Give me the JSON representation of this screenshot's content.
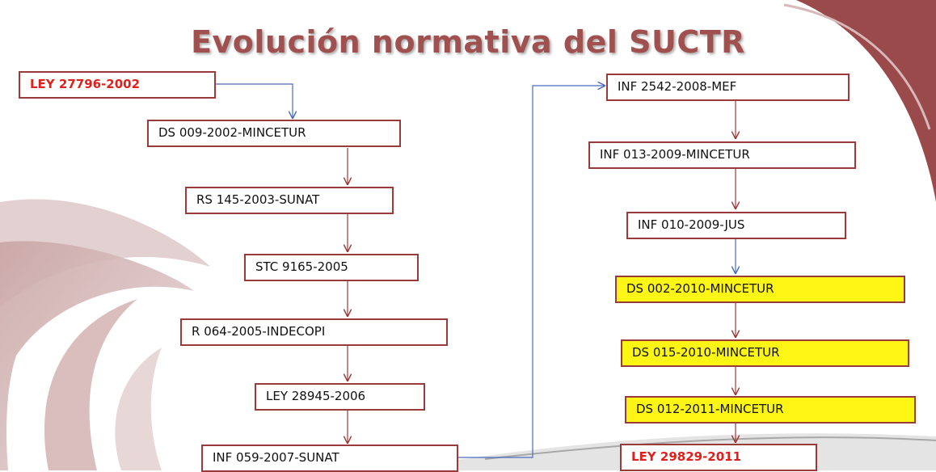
{
  "title": "Evolución normativa del SUCTR",
  "left_column": [
    {
      "label": "LEY 27796-2002",
      "style": "red"
    },
    {
      "label": "DS 009-2002-MINCETUR",
      "style": "normal"
    },
    {
      "label": "RS 145-2003-SUNAT",
      "style": "normal"
    },
    {
      "label": "STC 9165-2005",
      "style": "normal"
    },
    {
      "label": "R 064-2005-INDECOPI",
      "style": "normal"
    },
    {
      "label": "LEY 28945-2006",
      "style": "normal"
    },
    {
      "label": "INF 059-2007-SUNAT",
      "style": "normal"
    }
  ],
  "right_column": [
    {
      "label": "INF 2542-2008-MEF",
      "style": "normal"
    },
    {
      "label": "INF 013-2009-MINCETUR",
      "style": "normal"
    },
    {
      "label": "INF 010-2009-JUS",
      "style": "normal"
    },
    {
      "label": "DS 002-2010-MINCETUR",
      "style": "yellow"
    },
    {
      "label": "DS 015-2010-MINCETUR",
      "style": "yellow"
    },
    {
      "label": "DS 012-2011-MINCETUR",
      "style": "yellow"
    },
    {
      "label": "LEY 29829-2011",
      "style": "red"
    }
  ],
  "colors": {
    "title": "#a0504e",
    "box_border": "#9a3b3b",
    "highlight": "#fdf514",
    "emphasis_text": "#e0201b",
    "connector_brown": "#9a3b3b",
    "connector_blue": "#4a6bbf",
    "decor_maroon": "#9b4a4c"
  }
}
